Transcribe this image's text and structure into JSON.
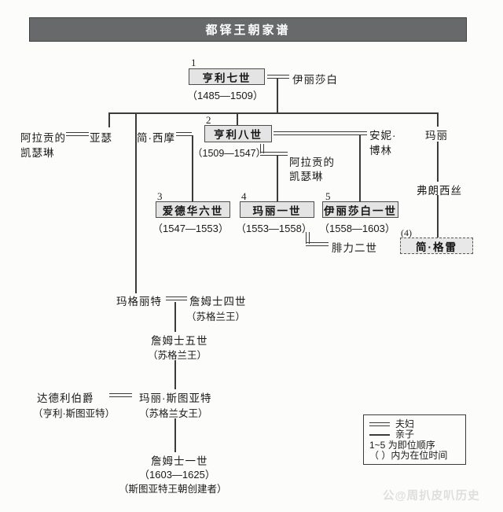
{
  "title": "都铎王朝家谱",
  "colors": {
    "title_bar": "#67696b",
    "box_fill": "#e4e4e4",
    "line": "#3b3b3b"
  },
  "persons": {
    "henry7": {
      "order": "1",
      "name": "亨利七世",
      "reign": "（1485—1509）"
    },
    "elizabeth_of_york": {
      "name": "伊丽莎白"
    },
    "catherine_of_aragon_first": {
      "line1": "阿拉贡的",
      "line2": "凯瑟琳"
    },
    "arthur": {
      "name": "亚瑟"
    },
    "jane_seymour": {
      "name": "简·西摩"
    },
    "henry8": {
      "order": "2",
      "name": "亨利八世",
      "reign": "（1509—1547）"
    },
    "catherine_of_aragon_second": {
      "line1": "阿拉贡的",
      "line2": "凯瑟琳"
    },
    "anne_boleyn": {
      "line1": "安妮·",
      "line2": "博林"
    },
    "mary_tudor_sister": {
      "name": "玛丽"
    },
    "edward6": {
      "order": "3",
      "name": "爱德华六世",
      "reign": "（1547—1553）"
    },
    "mary1": {
      "order": "4",
      "name": "玛丽一世",
      "reign": "（1553—1558）"
    },
    "elizabeth1": {
      "order": "5",
      "name": "伊丽莎白一世",
      "reign": "（1558—1603）"
    },
    "philip2": {
      "name": "腓力二世"
    },
    "frances": {
      "name": "弗朗西丝"
    },
    "jane_grey": {
      "order": "(4)",
      "name": "简·格雷"
    },
    "margaret": {
      "name": "玛格丽特"
    },
    "james4": {
      "name": "詹姆士四世",
      "note": "（苏格兰王）"
    },
    "james5": {
      "name": "詹姆士五世",
      "note": "（苏格兰王）"
    },
    "darnley": {
      "name": "达德利伯爵",
      "note": "（亨利·斯图亚特）"
    },
    "mary_stuart": {
      "name": "玛丽·斯图亚特",
      "note": "（苏格兰女王）"
    },
    "james1": {
      "name": "詹姆士一世",
      "reign": "（1603—1625）",
      "note": "（斯图亚特王朝创建者）"
    }
  },
  "legend": {
    "couple": "夫妇",
    "parent_child": "亲子",
    "order_note": "1~5 为即位顺序",
    "paren_note": "（ ）内为在位时间"
  },
  "watermark": {
    "icon": "公",
    "text": "@周扒皮叭历史"
  }
}
